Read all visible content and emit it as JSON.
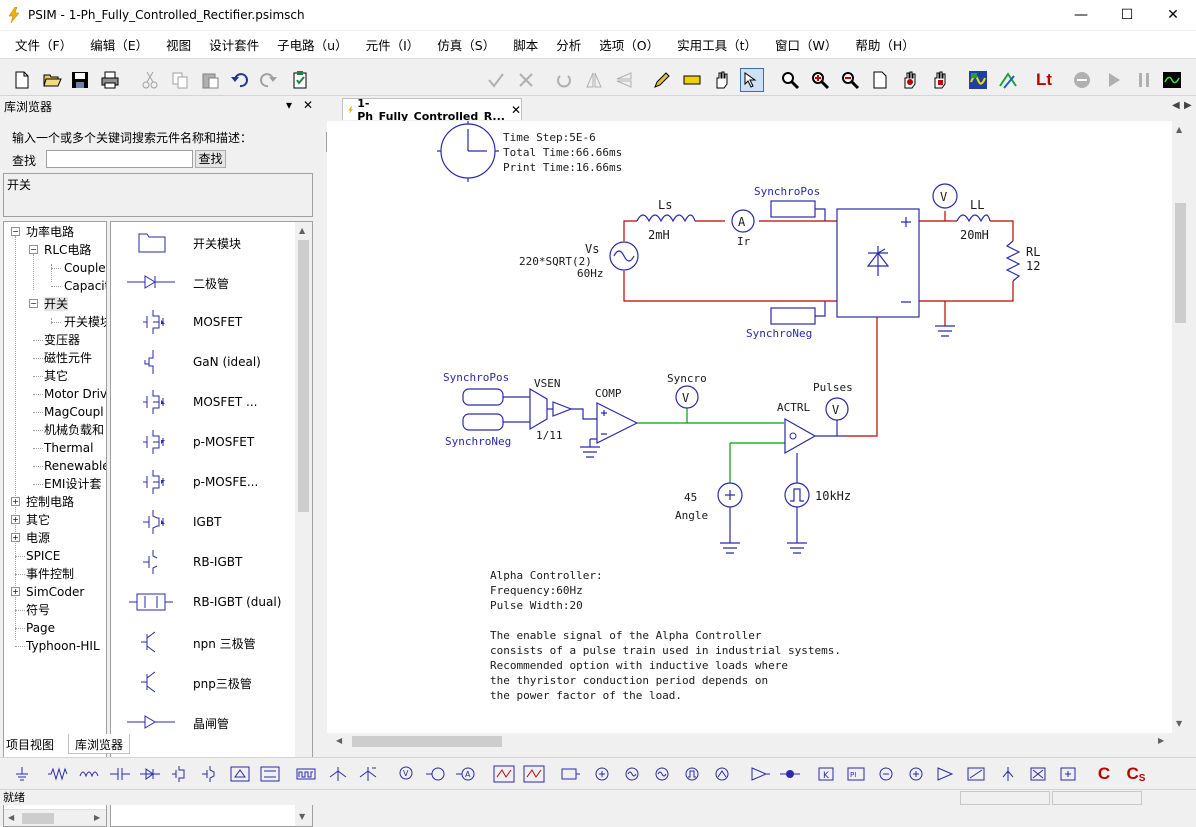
{
  "window": {
    "title": "PSIM - 1-Ph_Fully_Controlled_Rectifier.psimsch",
    "minimize_glyph": "—",
    "maximize_glyph": "☐",
    "close_glyph": "✕"
  },
  "menu": [
    "文件（F）",
    "编辑（E）",
    "视图",
    "设计套件",
    "子电路（u）",
    "元件（I）",
    "仿真（S）",
    "脚本",
    "分析",
    "选项（O）",
    "实用工具（t）",
    "窗口（W）",
    "帮助（H）"
  ],
  "toolbar": {
    "combo_value": "",
    "lt_label": "Lt"
  },
  "library": {
    "header": "库浏览器",
    "pin_glyph": "▾",
    "close_glyph": "✕",
    "search_prompt": "输入一个或多个关键词搜索元件名称和描述：",
    "find_label": "查找",
    "find_button": "查找",
    "search_value": "",
    "description": "开关",
    "tree": [
      {
        "label": "功率电路",
        "expander": "−"
      },
      {
        "label": "RLC电路",
        "expander": "−"
      },
      {
        "label": "Couple",
        "expander": ""
      },
      {
        "label": "Capacit",
        "expander": ""
      },
      {
        "label": "开关",
        "expander": "−"
      },
      {
        "label": "开关模块",
        "expander": ""
      },
      {
        "label": "变压器",
        "expander": ""
      },
      {
        "label": "磁性元件",
        "expander": ""
      },
      {
        "label": "其它",
        "expander": ""
      },
      {
        "label": "Motor Driv",
        "expander": ""
      },
      {
        "label": "MagCoupl",
        "expander": ""
      },
      {
        "label": "机械负载和",
        "expander": ""
      },
      {
        "label": "Thermal",
        "expander": ""
      },
      {
        "label": "Renewable",
        "expander": ""
      },
      {
        "label": "EMI设计套",
        "expander": ""
      },
      {
        "label": "控制电路",
        "expander": "+"
      },
      {
        "label": "其它",
        "expander": "+"
      },
      {
        "label": "电源",
        "expander": "+"
      },
      {
        "label": "SPICE",
        "expander": ""
      },
      {
        "label": "事件控制",
        "expander": ""
      },
      {
        "label": "SimCoder",
        "expander": "+"
      },
      {
        "label": "符号",
        "expander": ""
      },
      {
        "label": "Page",
        "expander": ""
      },
      {
        "label": "Typhoon-HIL",
        "expander": ""
      }
    ],
    "components": [
      {
        "label": "开关模块",
        "icon": "folder-icon"
      },
      {
        "label": "二极管",
        "icon": "diode-icon"
      },
      {
        "label": "MOSFET",
        "icon": "mosfet-icon"
      },
      {
        "label": "GaN (ideal)",
        "icon": "gan-icon"
      },
      {
        "label": "MOSFET ...",
        "icon": "mosfet-icon"
      },
      {
        "label": "p-MOSFET",
        "icon": "pmosfet-icon"
      },
      {
        "label": "p-MOSFE...",
        "icon": "pmosfet-icon"
      },
      {
        "label": "IGBT",
        "icon": "igbt-icon"
      },
      {
        "label": "RB-IGBT",
        "icon": "rbigbt-icon"
      },
      {
        "label": "RB-IGBT (dual)",
        "icon": "rbigbt-dual-icon"
      },
      {
        "label": "npn 三极管",
        "icon": "npn-icon"
      },
      {
        "label": "pnp三极管",
        "icon": "pnp-icon"
      },
      {
        "label": "晶闸管",
        "icon": "thyristor-icon"
      }
    ],
    "tabs": [
      "项目视图",
      "库浏览器"
    ],
    "active_tab": "库浏览器"
  },
  "document": {
    "tab_label": "1-Ph_Fully_Controlled_R...",
    "tab_close": "✕",
    "schematic": {
      "sim_params": [
        "Time Step:5E-6",
        "Total Time:66.66ms",
        "Print Time:16.66ms"
      ],
      "labels": {
        "ls": "Ls",
        "ls_val": "2mH",
        "ir": "Ir",
        "vs": "Vs",
        "vs_val1": "220*SQRT(2)",
        "vs_val2": "60Hz",
        "ll": "LL",
        "ll_val": "20mH",
        "rl": "RL",
        "rl_val": "12",
        "synchro_pos": "SynchroPos",
        "synchro_neg": "SynchroNeg",
        "vsen": "VSEN",
        "vsen_gain": "1/11",
        "comp": "COMP",
        "syncro": "Syncro",
        "pulses": "Pulses",
        "actrl": "ACTRL",
        "angle_val": "45",
        "angle": "Angle",
        "freq": "10kHz",
        "a": "A",
        "v": "V"
      },
      "notes": [
        "Alpha Controller:",
        "Frequency:60Hz",
        "Pulse Width:20",
        "",
        "The enable signal of the Alpha Controller",
        "consists of a pulse train used in industrial systems.",
        "Recommended option with inductive loads where",
        "the thyristor conduction period depends on",
        "the power factor of the load."
      ]
    }
  },
  "element_toolbar": {
    "c_label": "C",
    "cs_label": "C",
    "cs_sub": "S"
  },
  "status": {
    "text": "就绪"
  },
  "colors": {
    "wire_blue": "#2a2aaa",
    "wire_red": "#c00000",
    "wire_green": "#00a000",
    "text_dark": "#1a1a1a"
  }
}
